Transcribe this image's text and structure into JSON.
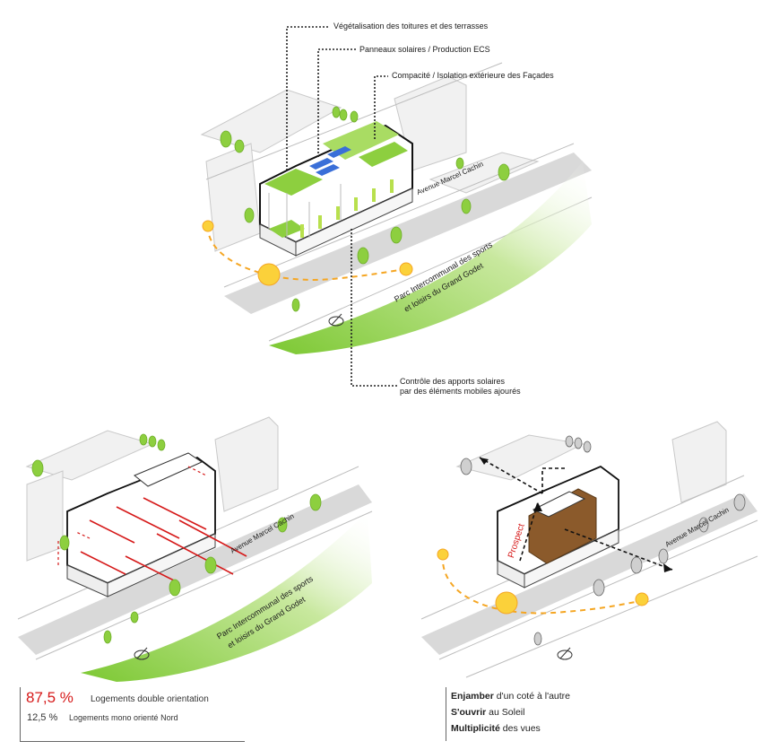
{
  "top_diagram": {
    "callouts": [
      "Végétalisation des toitures et des terrasses",
      "Panneaux solaires / Production ECS",
      "Compacité / Isolation extérieure des Façades",
      "Contrôle des apports solaires",
      "par des éléments mobiles ajourés"
    ],
    "street_label": "Avenue Marcel Cachin",
    "park_label_line1": "Parc Intercommunal des sports",
    "park_label_line2": "et loisirs du Grand Godet"
  },
  "bottom_left_diagram": {
    "street_label": "Avenue Marcel Cachin",
    "park_label_line1": "Parc Intercommunal des sports",
    "park_label_line2": "et loisirs du Grand Godet"
  },
  "bottom_right_diagram": {
    "street_label": "Avenue Marcel Cachin",
    "prospect_label": "Prospect"
  },
  "legend_left": {
    "primary_percent": "87,5 %",
    "primary_label": "Logements double orientation",
    "secondary_percent": "12,5 %",
    "secondary_label": "Logements mono orienté Nord"
  },
  "legend_right": {
    "line1_bold": "Enjamber",
    "line1_rest": " d'un coté à l'autre",
    "line2_bold": "S'ouvrir",
    "line2_rest": " au Soleil",
    "line3_bold": "Multiplicité",
    "line3_rest": " des vues"
  },
  "colors": {
    "green": "#8dcf3f",
    "orange": "#f5a623",
    "red": "#d61a1a",
    "solar_blue": "#3a6fd8",
    "wood": "#8b5a2b"
  }
}
